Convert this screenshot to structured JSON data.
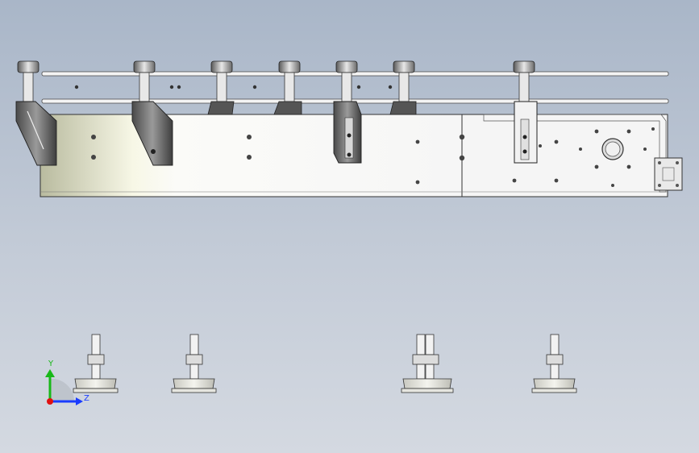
{
  "view": {
    "background_top": "#a9b6c8",
    "background_bottom": "#d4d9e1"
  },
  "triad": {
    "y_label": "Y",
    "z_label": "Z",
    "y_color": "#18b818",
    "z_color": "#1a3cff",
    "x_color": "#e01010"
  },
  "assembly": {
    "parts": [
      {
        "name": "side-guide-rail-upper"
      },
      {
        "name": "side-guide-rail-lower"
      },
      {
        "name": "conveyor-frame-left"
      },
      {
        "name": "conveyor-frame-right"
      },
      {
        "name": "drive-motor-mount"
      },
      {
        "name": "adjustable-foot"
      }
    ]
  }
}
